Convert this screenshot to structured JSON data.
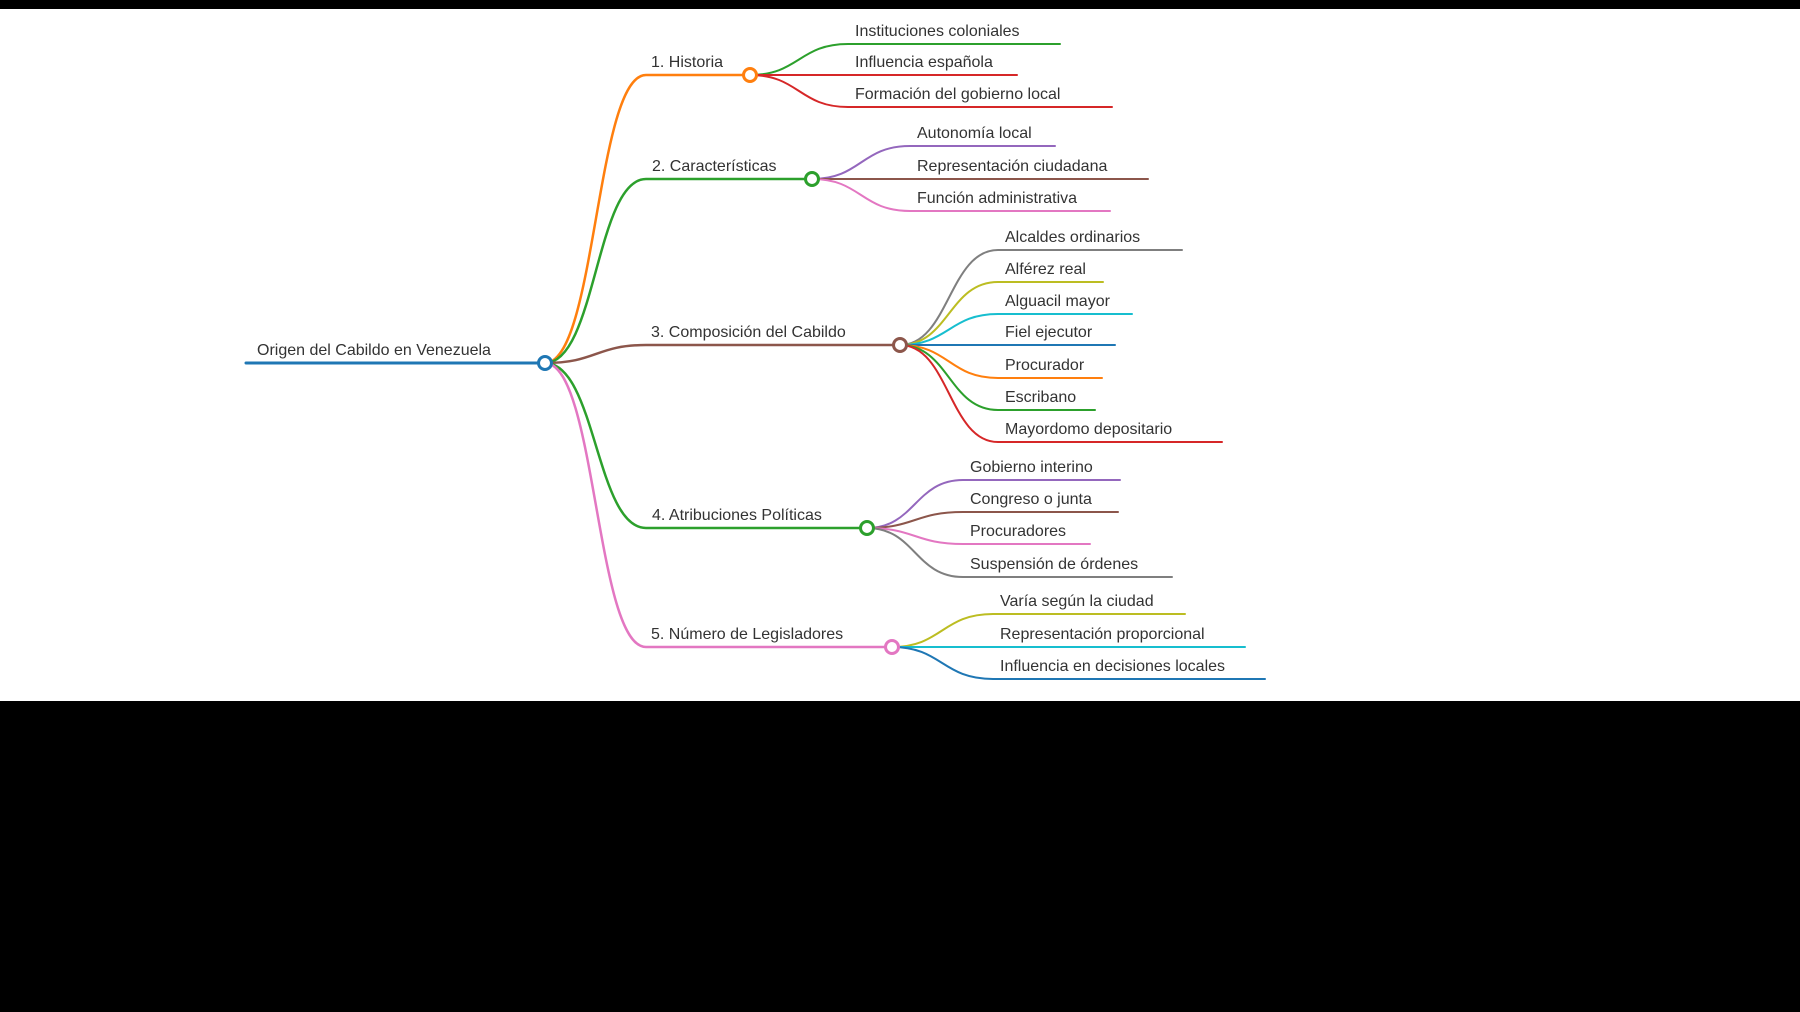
{
  "canvas": {
    "background": "#ffffff",
    "letterbox": "#000000",
    "text_color": "#333333"
  },
  "mindmap": {
    "root": {
      "label": "Origen del Cabildo en Venezuela",
      "color": "#1f77b4"
    },
    "branches": [
      {
        "label": "1. Historia",
        "color": "#ff7f0e",
        "children": [
          {
            "label": "Instituciones coloniales",
            "color": "#2ca02c"
          },
          {
            "label": "Influencia española",
            "color": "#d62728"
          },
          {
            "label": "Formación del gobierno local",
            "color": "#d62728"
          }
        ]
      },
      {
        "label": "2. Características",
        "color": "#2ca02c",
        "children": [
          {
            "label": "Autonomía local",
            "color": "#9467bd"
          },
          {
            "label": "Representación ciudadana",
            "color": "#8c564b"
          },
          {
            "label": "Función administrativa",
            "color": "#e377c2"
          }
        ]
      },
      {
        "label": "3. Composición del Cabildo",
        "color": "#8c564b",
        "children": [
          {
            "label": "Alcaldes ordinarios",
            "color": "#7f7f7f"
          },
          {
            "label": "Alférez real",
            "color": "#bcbd22"
          },
          {
            "label": "Alguacil mayor",
            "color": "#17becf"
          },
          {
            "label": "Fiel ejecutor",
            "color": "#1f77b4"
          },
          {
            "label": "Procurador",
            "color": "#ff7f0e"
          },
          {
            "label": "Escribano",
            "color": "#2ca02c"
          },
          {
            "label": "Mayordomo depositario",
            "color": "#d62728"
          }
        ]
      },
      {
        "label": "4. Atribuciones Políticas",
        "color": "#2ca02c",
        "children": [
          {
            "label": "Gobierno interino",
            "color": "#9467bd"
          },
          {
            "label": "Congreso o junta",
            "color": "#8c564b"
          },
          {
            "label": "Procuradores",
            "color": "#e377c2"
          },
          {
            "label": "Suspensión de órdenes",
            "color": "#7f7f7f"
          }
        ]
      },
      {
        "label": "5. Número de Legisladores",
        "color": "#e377c2",
        "children": [
          {
            "label": "Varía según la ciudad",
            "color": "#bcbd22"
          },
          {
            "label": "Representación proporcional",
            "color": "#17becf"
          },
          {
            "label": "Influencia en decisiones locales",
            "color": "#1f77b4"
          }
        ]
      }
    ]
  }
}
